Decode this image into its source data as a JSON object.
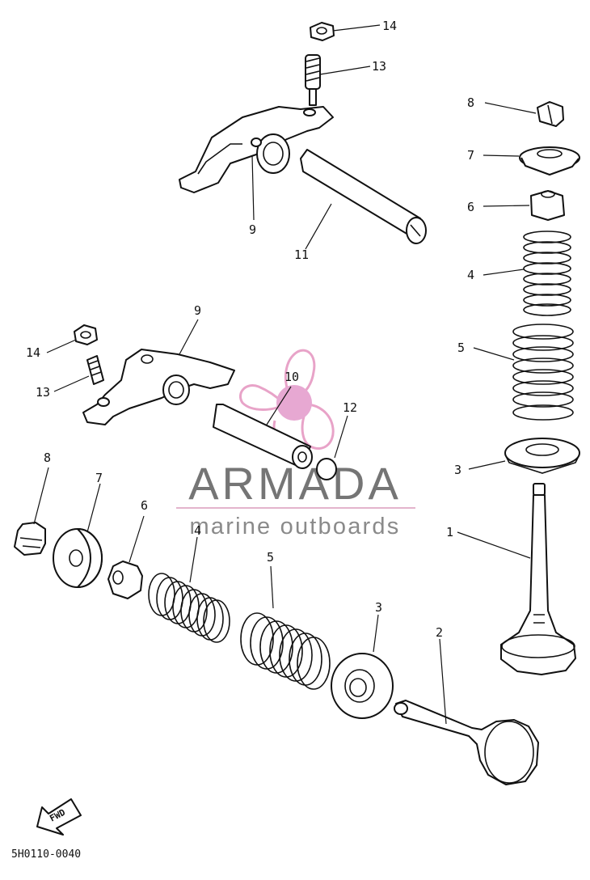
{
  "callouts": {
    "c14_top": "14",
    "c13_top": "13",
    "c9_top": "9",
    "c11": "11",
    "c8_right": "8",
    "c7_right": "7",
    "c6_right": "6",
    "c4_right": "4",
    "c5_right": "5",
    "c3_right": "3",
    "c1": "1",
    "c9_mid": "9",
    "c14_mid": "14",
    "c13_mid": "13",
    "c10": "10",
    "c12": "12",
    "c8_left": "8",
    "c7_left": "7",
    "c6_left": "6",
    "c4_left": "4",
    "c5_left": "5",
    "c3_left": "3",
    "c2": "2"
  },
  "watermark": {
    "title": "ARMADA",
    "subtitle": "marine outboards",
    "logo_color": "#e8a3c8",
    "logo_center_color": "#e7a8d2",
    "line_color": "#e3b4cc"
  },
  "footer": {
    "code": "5H0110-0040",
    "fwd": "FWD"
  }
}
